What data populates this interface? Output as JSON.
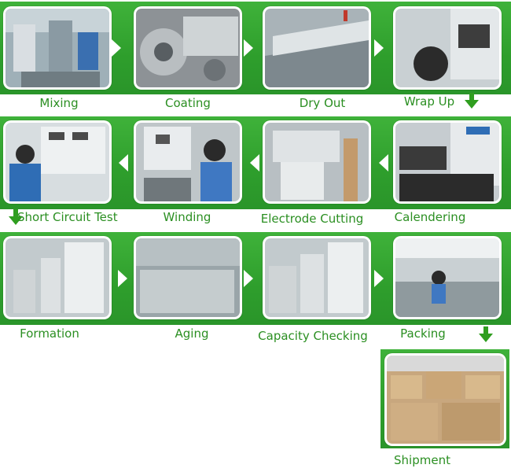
{
  "steps": [
    {
      "label": "Mixing",
      "photo": "mixing-machine-photo"
    },
    {
      "label": "Coating",
      "photo": "coating-rollers-photo"
    },
    {
      "label": "Dry Out",
      "photo": "drying-oven-photo"
    },
    {
      "label": "Wrap Up",
      "photo": "wrap-up-machine-photo"
    },
    {
      "label": "Calendering",
      "photo": "calendering-machine-photo"
    },
    {
      "label": "Electrode Cutting",
      "photo": "cutting-machine-photo"
    },
    {
      "label": "Winding",
      "photo": "winding-worker-photo"
    },
    {
      "label": "Short Circuit Test",
      "photo": "short-circuit-test-photo"
    },
    {
      "label": "Formation",
      "photo": "formation-racks-photo"
    },
    {
      "label": "Aging",
      "photo": "aging-cells-photo"
    },
    {
      "label": "Capacity Checking",
      "photo": "capacity-racks-photo"
    },
    {
      "label": "Packing",
      "photo": "packing-line-photo"
    },
    {
      "label": "Shipment",
      "photo": "shipment-boxes-photo"
    }
  ],
  "colors": {
    "band_green": "#2e9e2c",
    "label_green": "#2b8f22",
    "arrow_green": "#2f9e1f"
  }
}
